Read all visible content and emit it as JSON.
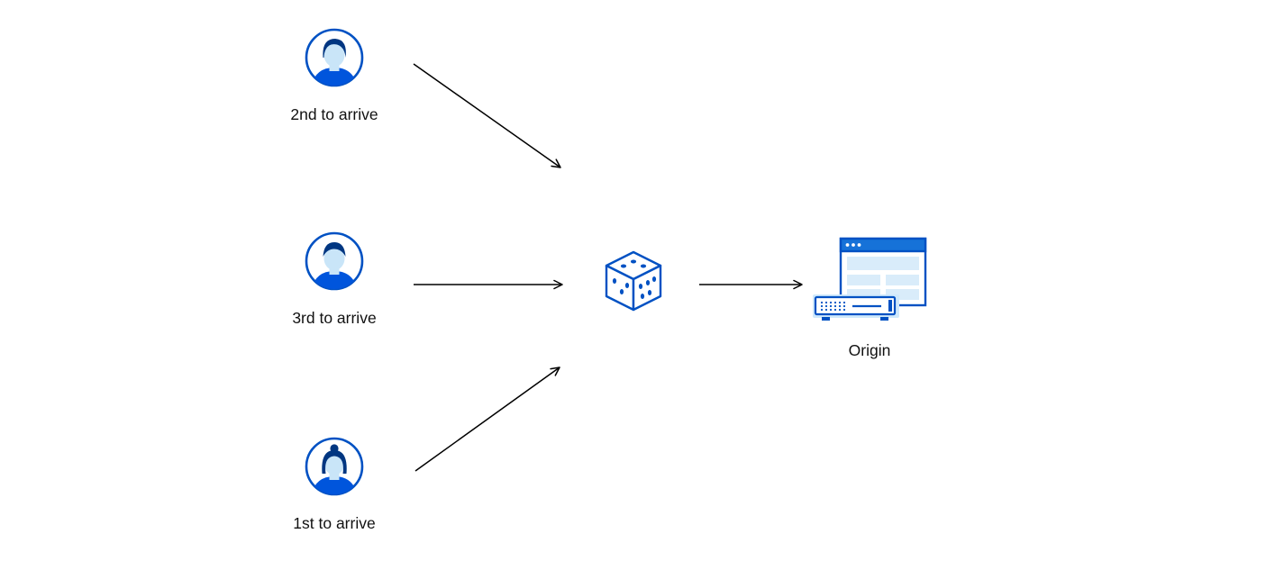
{
  "diagram": {
    "background_color": "#ffffff",
    "colors": {
      "primary_blue": "#0051c3",
      "solid_blue": "#1672d8",
      "light_blue_fill": "#d9ecfa",
      "dark_blue_hair": "#003681",
      "shirt_blue": "#0055dc",
      "arrow_black": "#000000",
      "text_black": "#111111"
    },
    "nodes": {
      "user_second": {
        "label": "2nd to arrive",
        "icon": "user-avatar-male-icon"
      },
      "user_third": {
        "label": "3rd to arrive",
        "icon": "user-avatar-male-icon"
      },
      "user_first": {
        "label": "1st to arrive",
        "icon": "user-avatar-female-icon"
      },
      "dice": {
        "icon": "dice-icon"
      },
      "origin": {
        "label": "Origin",
        "icon": "origin-server-browser-icon"
      }
    }
  }
}
